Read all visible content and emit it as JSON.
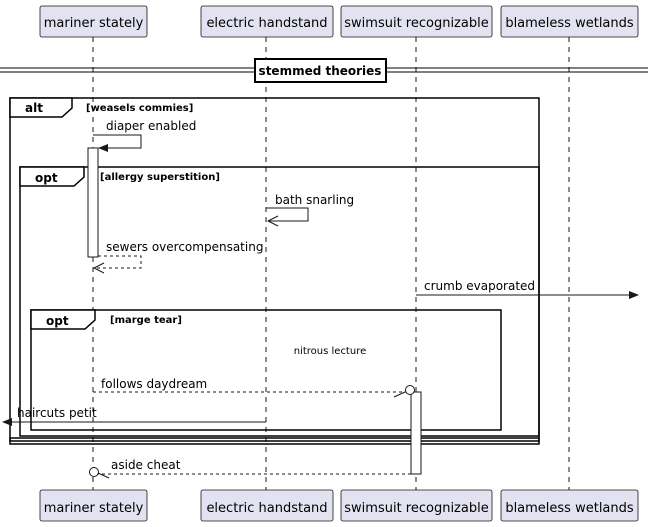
{
  "participants": [
    "mariner stately",
    "electric handstand",
    "swimsuit recognizable",
    "blameless wetlands"
  ],
  "divider": {
    "label": "stemmed theories"
  },
  "groups": {
    "alt": {
      "keyword": "alt",
      "condition": "[weasels commies]"
    },
    "opt1": {
      "keyword": "opt",
      "condition": "[allergy superstition]"
    },
    "opt2": {
      "keyword": "opt",
      "condition": "[marge tear]"
    }
  },
  "messages": {
    "m1": "diaper enabled",
    "m2": "bath snarling",
    "m3": "sewers overcompensating",
    "m4": "crumb evaporated",
    "m5": "follows daydream",
    "m6": "haircuts petit",
    "m7": "aside cheat"
  },
  "note": "nitrous lecture",
  "colors": {
    "participant_fill": "#E2E2F0",
    "participant_border": "#181818",
    "lifeline": "#181818",
    "activation_fill": "#FFFFFF",
    "group_border": "#000000"
  }
}
